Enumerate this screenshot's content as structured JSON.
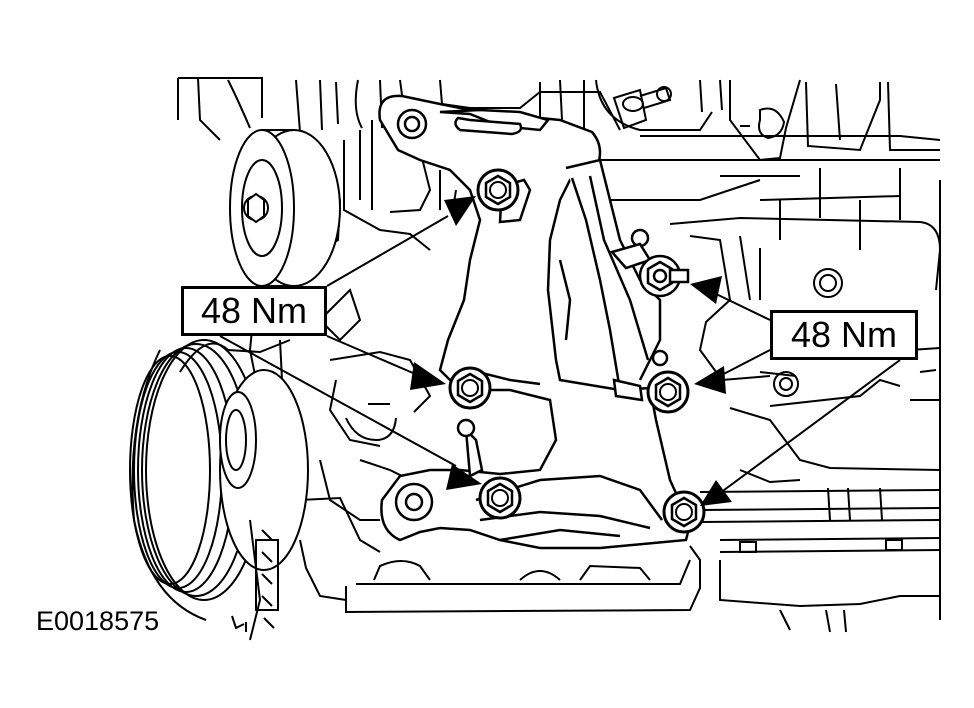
{
  "callouts": {
    "left": "48 Nm",
    "right": "48 Nm"
  },
  "figure_id": "E0018575",
  "colors": {
    "line": "#000000",
    "background": "#ffffff"
  },
  "icons": [
    "bolt-icon",
    "pointer-arrow-icon"
  ]
}
